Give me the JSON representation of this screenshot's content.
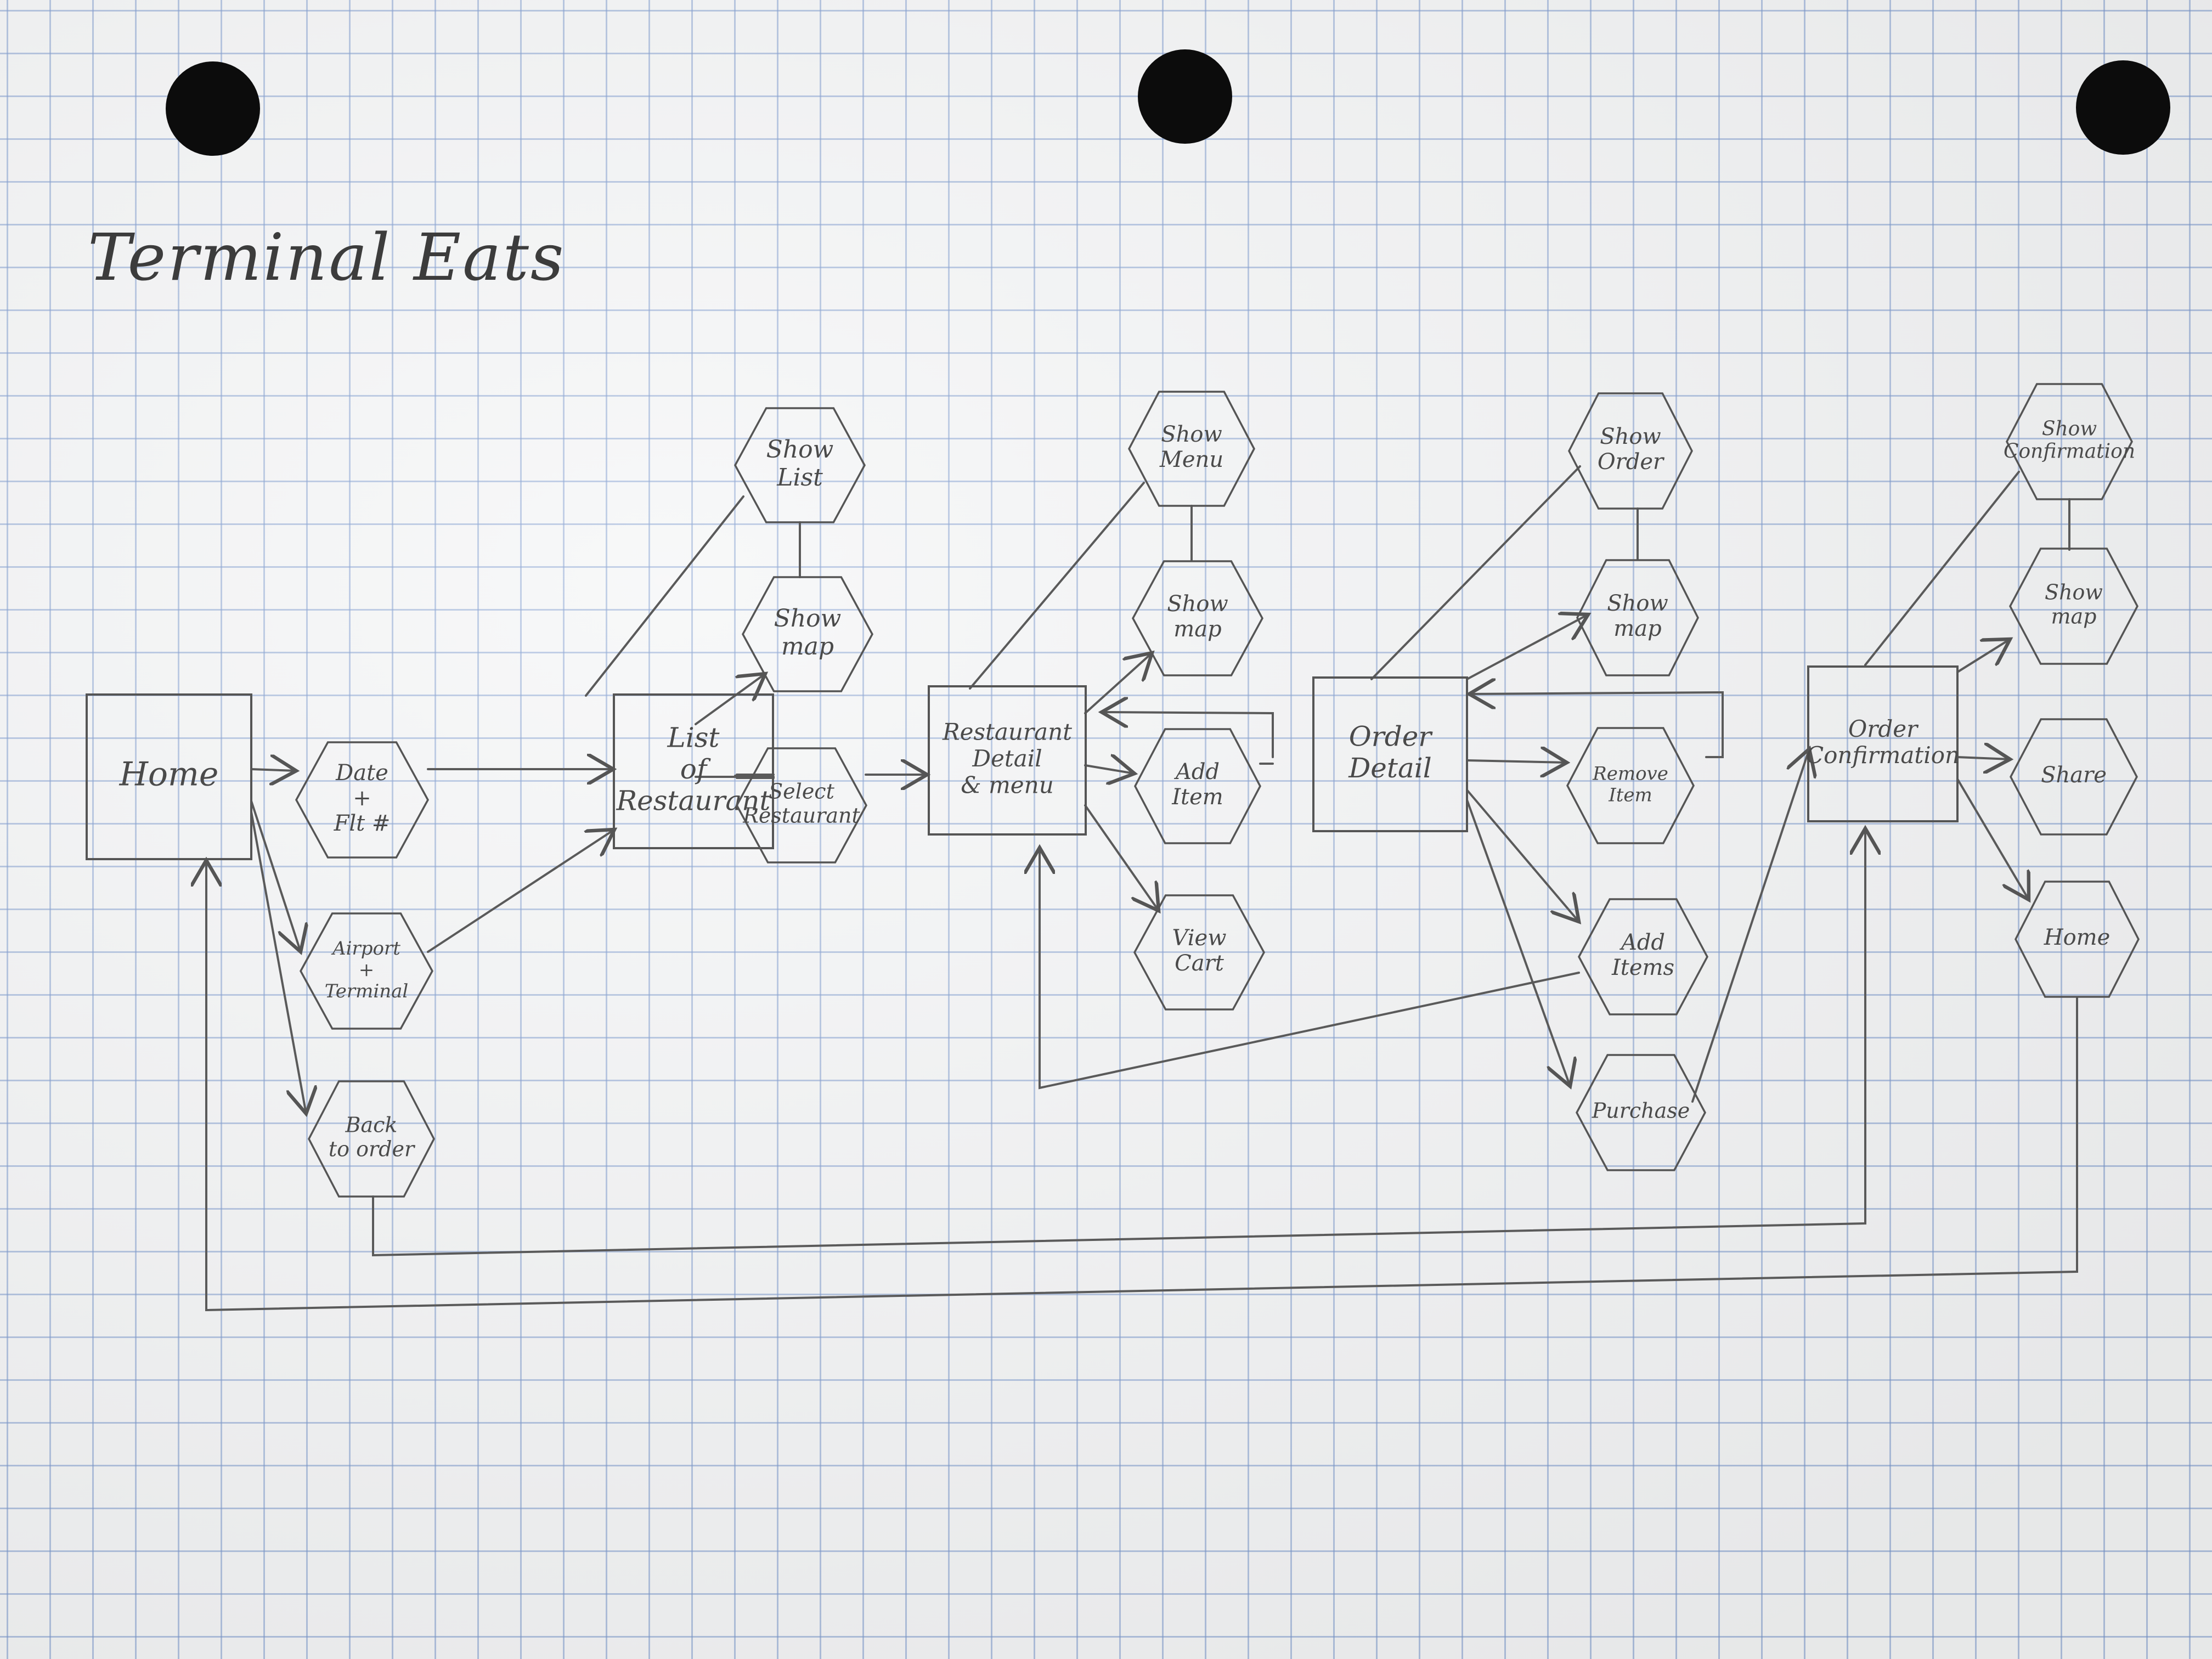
{
  "title": "Terminal Eats",
  "palette": {
    "pencil": "#555555",
    "grid": "#7896cd",
    "paper": "#f5f6f7",
    "hole": "#0c0c0c"
  },
  "nodes": {
    "home": [
      "Home"
    ],
    "list_restaurants": [
      "List",
      "of",
      "Restaurant"
    ],
    "restaurant_detail": [
      "Restaurant",
      "Detail",
      "& menu"
    ],
    "order_detail": [
      "Order",
      "Detail"
    ],
    "order_confirmation": [
      "Order",
      "Confirmation"
    ],
    "date_flight": [
      "Date",
      "+",
      "Flt #"
    ],
    "airport_terminal": [
      "Airport",
      "+",
      "Terminal"
    ],
    "back_to_order": [
      "Back",
      "to order"
    ],
    "show_list": [
      "Show",
      "List"
    ],
    "show_map_1": [
      "Show",
      "map"
    ],
    "select_restaurant": [
      "Select",
      "Restaurant"
    ],
    "show_menu": [
      "Show",
      "Menu"
    ],
    "show_map_2": [
      "Show",
      "map"
    ],
    "add_item": [
      "Add",
      "Item"
    ],
    "view_cart": [
      "View",
      "Cart"
    ],
    "show_order": [
      "Show",
      "Order"
    ],
    "show_map_3": [
      "Show",
      "map"
    ],
    "remove_item": [
      "Remove",
      "Item"
    ],
    "add_items": [
      "Add",
      "Items"
    ],
    "purchase": [
      "Purchase"
    ],
    "show_confirmation": [
      "Show",
      "Confirmation"
    ],
    "show_map_4": [
      "Show",
      "map"
    ],
    "share": [
      "Share"
    ],
    "home_2": [
      "Home"
    ]
  }
}
